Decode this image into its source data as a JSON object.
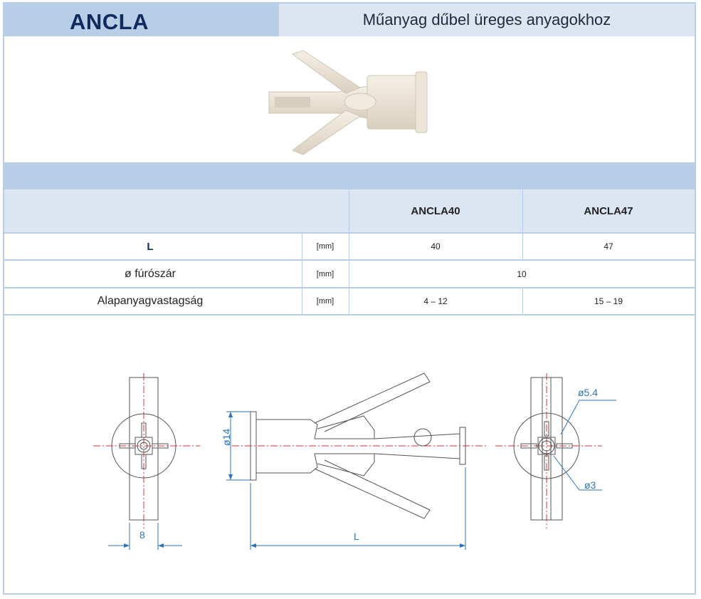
{
  "header": {
    "title": "ANCLA",
    "subtitle": "Műanyag dűbel üreges anyagokhoz"
  },
  "table": {
    "columns": [
      "ANCLA40",
      "ANCLA47"
    ],
    "rows": [
      {
        "label": "L",
        "unit": "[mm]",
        "values": [
          "40",
          "47"
        ]
      },
      {
        "label": "ø fúrószár",
        "unit": "[mm]",
        "value": "10"
      },
      {
        "label": "Alapanyagvastagság",
        "unit": "[mm]",
        "values": [
          "4 – 12",
          "15 – 19"
        ]
      }
    ]
  },
  "drawing": {
    "dim_width": "8",
    "dim_diameter": "ø14",
    "dim_length": "L",
    "dim_hole_large": "ø5.4",
    "dim_hole_small": "ø3"
  },
  "colors": {
    "accent_dark": "#b8cde6",
    "accent_light": "#dce6f2",
    "title_color": "#0f2a5c",
    "dimension_color": "#2e75b6"
  }
}
